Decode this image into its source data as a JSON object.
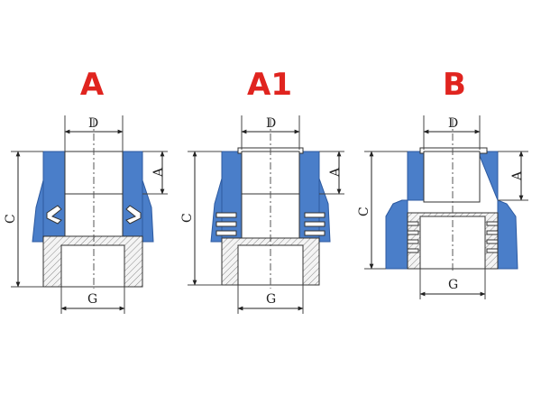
{
  "colors": {
    "body": "#4a7ec9",
    "body_stroke": "#2d5aa0",
    "title": "#e0241f",
    "metal": "#f2f2f2",
    "line": "#333333"
  },
  "diagrams": [
    {
      "id": "a",
      "title": "A",
      "dims": {
        "D": "D",
        "A": "A",
        "C": "C",
        "G": "G"
      }
    },
    {
      "id": "a1",
      "title": "A1",
      "dims": {
        "D": "D",
        "A": "A",
        "C": "C",
        "G": "G"
      }
    },
    {
      "id": "b",
      "title": "B",
      "dims": {
        "D": "D",
        "A": "A",
        "C": "C",
        "G": "G"
      }
    }
  ]
}
